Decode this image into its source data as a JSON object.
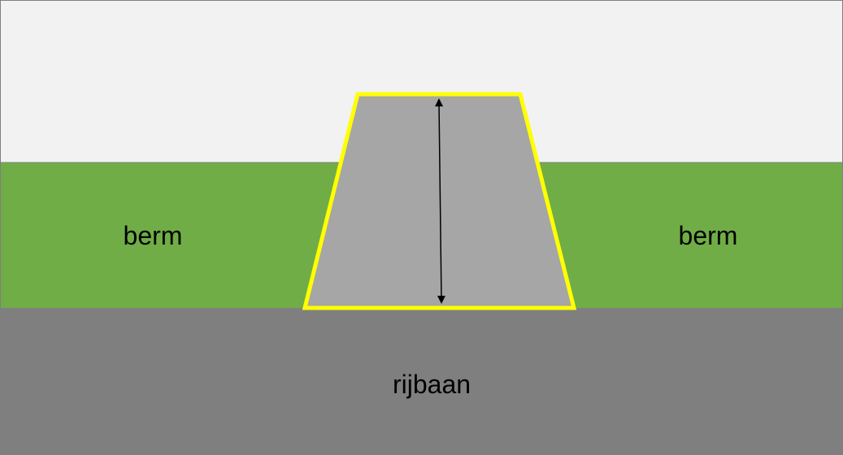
{
  "labels": {
    "berm_left": "berm",
    "berm_right": "berm",
    "road": "rijbaan"
  },
  "colors": {
    "sky": "#f2f2f2",
    "berm": "#70ad47",
    "road": "#7f7f7f",
    "driveway_fill": "#a6a6a6",
    "driveway_outline": "#ffff00",
    "frame": "#7f7f7f",
    "arrow": "#000000"
  }
}
